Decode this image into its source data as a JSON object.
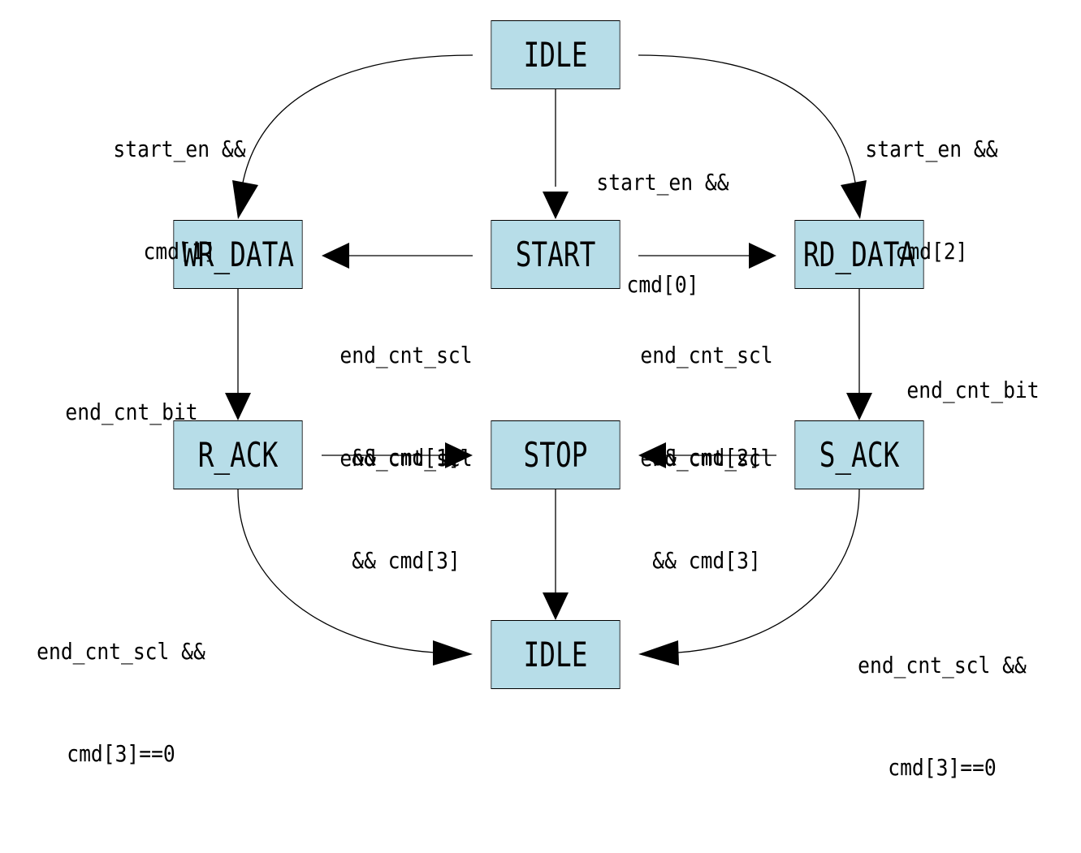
{
  "diagram": {
    "states": {
      "idle_top": "IDLE",
      "wr_data": "WR_DATA",
      "start": "START",
      "rd_data": "RD_DATA",
      "r_ack": "R_ACK",
      "stop": "STOP",
      "s_ack": "S_ACK",
      "idle_bottom": "IDLE"
    },
    "transitions": {
      "idle_to_wr_data": [
        "start_en &&",
        "cmd[1]"
      ],
      "idle_to_start": [
        "start_en &&",
        "cmd[0]"
      ],
      "idle_to_rd_data": [
        "start_en &&",
        "cmd[2]"
      ],
      "start_to_wr_data": [
        "end_cnt_scl",
        "&& cmd[1]"
      ],
      "start_to_rd_data": [
        "end_cnt_scl",
        "&& cmd[2]"
      ],
      "wr_data_to_r_ack": [
        "end_cnt_bit"
      ],
      "rd_data_to_s_ack": [
        "end_cnt_bit"
      ],
      "r_ack_to_stop": [
        "end_cnt_scl",
        "&& cmd[3]"
      ],
      "s_ack_to_stop": [
        "end_cnt_scl",
        "&& cmd[3]"
      ],
      "r_ack_to_idle": [
        "end_cnt_scl &&",
        "cmd[3]==0"
      ],
      "s_ack_to_idle": [
        "end_cnt_scl &&",
        "cmd[3]==0"
      ]
    },
    "colors": {
      "state_fill": "#b7dde8",
      "stroke": "#000000"
    }
  }
}
